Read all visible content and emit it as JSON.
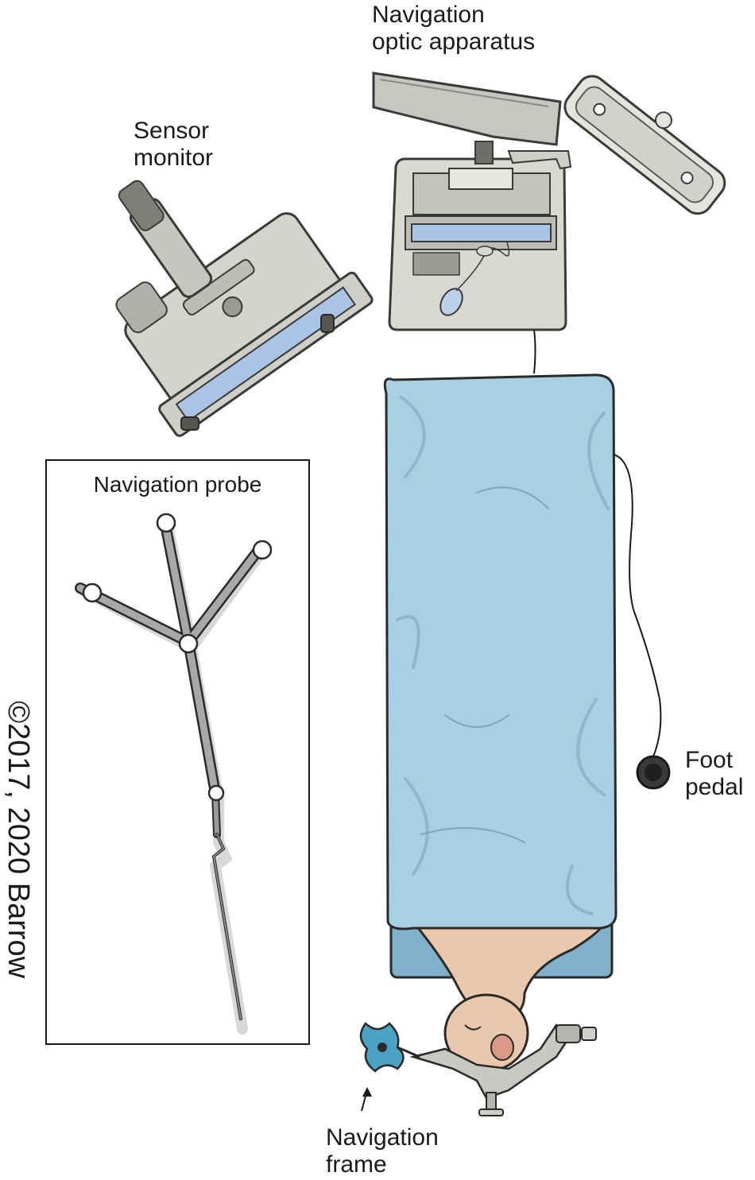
{
  "labels": {
    "optic_apparatus": "Navigation\noptic apparatus",
    "sensor_monitor": "Sensor\nmonitor",
    "navigation_probe": "Navigation probe",
    "foot_pedal": "Foot\npedal",
    "navigation_frame": "Navigation\nframe"
  },
  "copyright": "©2017, 2020 Barrow",
  "colors": {
    "drape_blue": "#a9cfe3",
    "drape_shadow": "#8db6cf",
    "equipment_gray": "#b8b8b2",
    "equipment_dark": "#6f6f6a",
    "screen_blue": "#aac4e6",
    "skin": "#e9c8ad",
    "frame_teal": "#4aa3c2"
  }
}
